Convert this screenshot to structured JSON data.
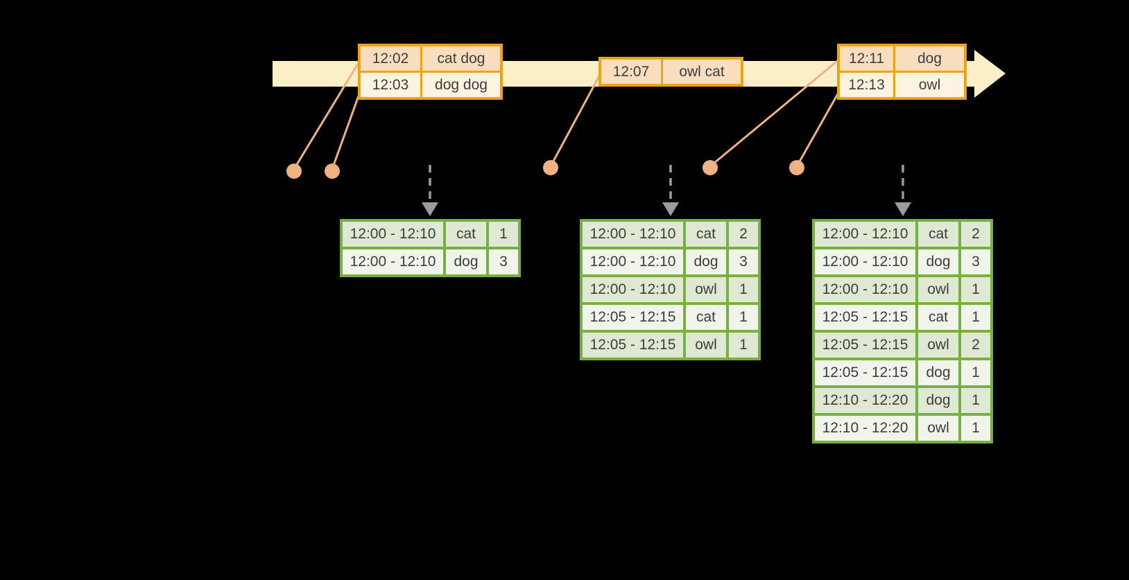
{
  "colors": {
    "background": "#000000",
    "timeline_fill": "#FBEFC8",
    "orange_border": "#F0A30A",
    "orange_row_dark": "#F9DDBF",
    "orange_row_light": "#FDF3E3",
    "connector": "#F0B183",
    "green_border": "#76B041",
    "green_row_dark": "#DFE8D2",
    "green_row_light": "#F0F4EB",
    "trigger_gray": "#9C9C9C",
    "text": "#3D3D3D"
  },
  "event_tables": [
    {
      "rows": [
        {
          "time": "12:02",
          "words": "cat dog"
        },
        {
          "time": "12:03",
          "words": "dog dog"
        }
      ]
    },
    {
      "rows": [
        {
          "time": "12:07",
          "words": "owl cat"
        }
      ]
    },
    {
      "rows": [
        {
          "time": "12:11",
          "words": "dog"
        },
        {
          "time": "12:13",
          "words": "owl"
        }
      ]
    }
  ],
  "result_tables": [
    {
      "rows": [
        {
          "window": "12:00 - 12:10",
          "word": "cat",
          "count": "1"
        },
        {
          "window": "12:00 - 12:10",
          "word": "dog",
          "count": "3"
        }
      ]
    },
    {
      "rows": [
        {
          "window": "12:00 - 12:10",
          "word": "cat",
          "count": "2"
        },
        {
          "window": "12:00 - 12:10",
          "word": "dog",
          "count": "3"
        },
        {
          "window": "12:00 - 12:10",
          "word": "owl",
          "count": "1"
        },
        {
          "window": "12:05 - 12:15",
          "word": "cat",
          "count": "1"
        },
        {
          "window": "12:05 - 12:15",
          "word": "owl",
          "count": "1"
        }
      ]
    },
    {
      "rows": [
        {
          "window": "12:00 - 12:10",
          "word": "cat",
          "count": "2"
        },
        {
          "window": "12:00 - 12:10",
          "word": "dog",
          "count": "3"
        },
        {
          "window": "12:00 - 12:10",
          "word": "owl",
          "count": "1"
        },
        {
          "window": "12:05 - 12:15",
          "word": "cat",
          "count": "1"
        },
        {
          "window": "12:05 - 12:15",
          "word": "owl",
          "count": "2"
        },
        {
          "window": "12:05 - 12:15",
          "word": "dog",
          "count": "1"
        },
        {
          "window": "12:10 - 12:20",
          "word": "dog",
          "count": "1"
        },
        {
          "window": "12:10 - 12:20",
          "word": "owl",
          "count": "1"
        }
      ]
    }
  ]
}
